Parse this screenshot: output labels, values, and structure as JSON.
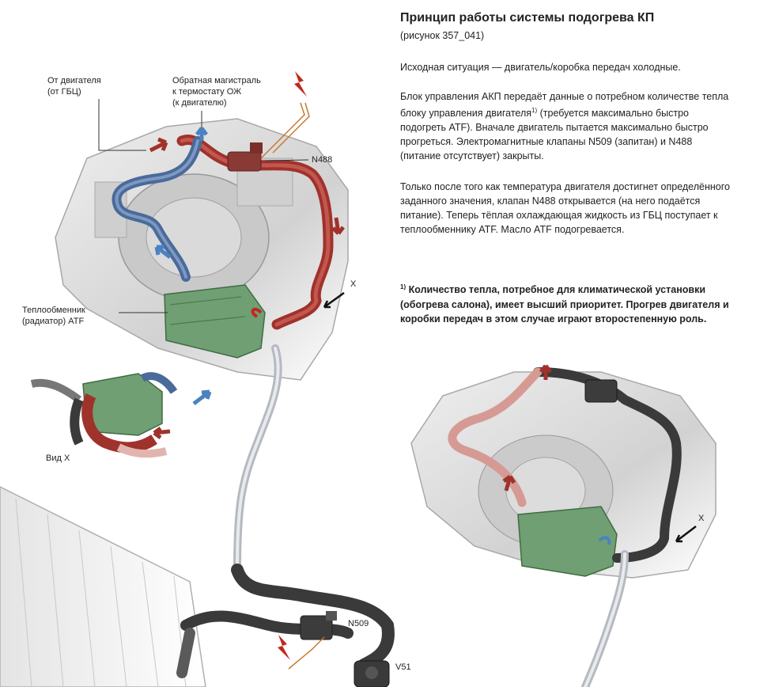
{
  "heading": {
    "title": "Принцип работы системы подогрева КП",
    "subtitle": "(рисунок 357_041)"
  },
  "paragraphs": {
    "initial": "Исходная ситуация — двигатель/коробка передач холодные.",
    "p2_before_mark": "Блок управления АКП передаёт данные о потребном количестве тепла блоку управления двигателя",
    "p2_mark": "1)",
    "p2_after_mark": " (требуется максимально быстро подогреть ATF). Вначале двигатель пытается максимально быстро прогреться. Электромагнитные клапаны N509 (запитан) и N488 (питание отсутствует) закрыты.",
    "p3": "Только после того как температура двигателя достигнет определённого заданного значения, клапан N488 открывается (на него подаётся питание). Теперь тёплая охлаждающая жидкость из ГБЦ поступает к теплообменнику ATF. Масло ATF подогревается."
  },
  "footnote": {
    "mark": "1)",
    "text": "Количество тепла, потребное для климатической установки (обогрева салона), имеет высший приоритет. Прогрев двигателя и коробки передач в этом случае играют второстепенную роль."
  },
  "labels": {
    "from_engine": "От двигателя\n(от ГБЦ)",
    "return_line": "Обратная магистраль\nк термостату ОЖ\n(к двигателю)",
    "n488": "N488",
    "heat_exchanger": "Теплообменник\n(радиатор) ATF",
    "x_main": "X",
    "view_x": "Вид X",
    "n509": "N509",
    "v51": "V51",
    "x_right": "X"
  },
  "colors": {
    "hot": "#a0322c",
    "cold": "#4a6a9a",
    "exchanger": "#6f9f72",
    "gearbox": "#d8d8d8",
    "black_hose": "#3a3a3a",
    "silver_hose": "#c8ccd2",
    "lightning": "#c0281e",
    "pink_hose": "#d69a94"
  }
}
